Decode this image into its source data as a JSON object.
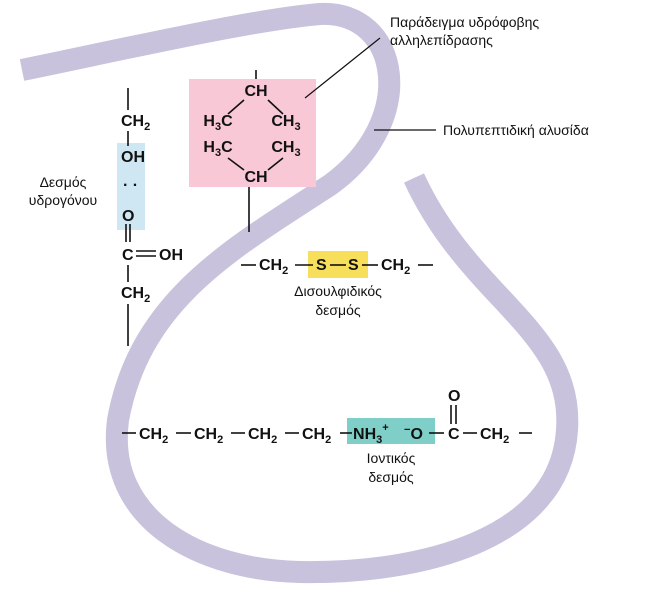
{
  "colors": {
    "chain": "#c9c2dd",
    "hydrophobic_box": "#f8c8d6",
    "hydrogen_box": "#cfe6f3",
    "disulfide_box": "#f7df5c",
    "ionic_box": "#7fcfc8",
    "ink": "#111111"
  },
  "labels": {
    "hydrophobic_line1": "Παράδειγμα υδρόφοβης",
    "hydrophobic_line2": "αλληλεπίδρασης",
    "polypeptide": "Πολυπεπτιδική αλυσίδα",
    "hydrogen_line1": "Δεσμός",
    "hydrogen_line2": "υδρογόνου",
    "disulfide_line1": "Δισουλφιδικός",
    "disulfide_line2": "δεσμός",
    "ionic_line1": "Ιοντικός",
    "ionic_line2": "δεσμός"
  },
  "chem": {
    "CH": "CH",
    "C": "C",
    "H": "H",
    "O": "O",
    "S": "S",
    "N": "N",
    "OH": "OH",
    "sub2": "2",
    "sub3": "3",
    "plus": "+",
    "minus": "−",
    "dots": "·  ·"
  }
}
